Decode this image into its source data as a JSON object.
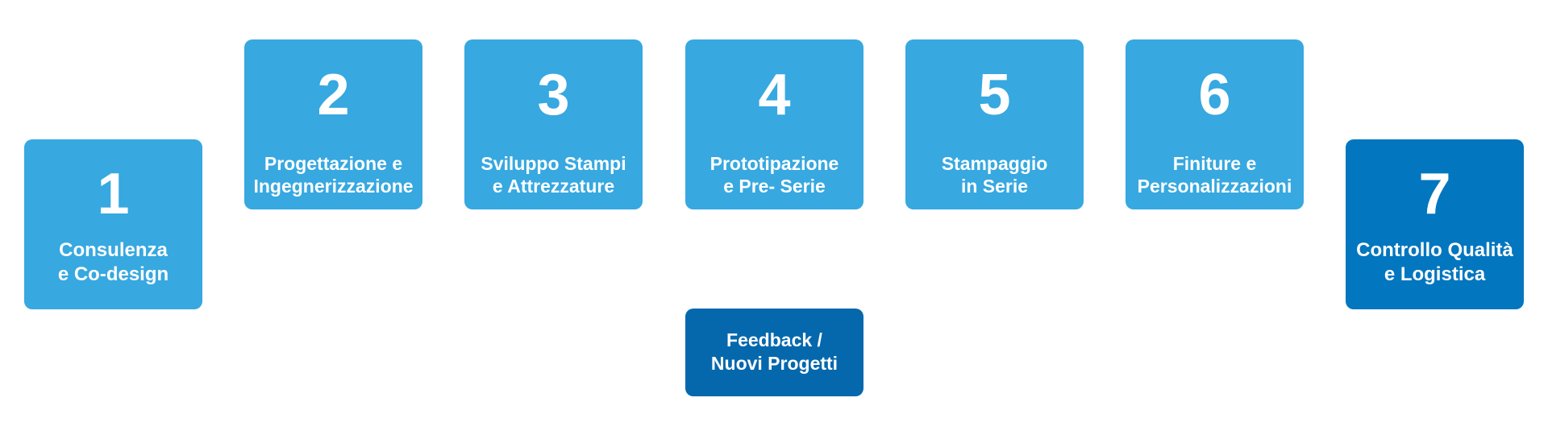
{
  "colors": {
    "light": "#37a8e0",
    "dark": "#0276bf",
    "feedback": "#0568ad"
  },
  "steps": [
    {
      "number": "1",
      "line1": "Consulenza",
      "line2": "e Co-design"
    },
    {
      "number": "2",
      "line1": "Progettazione e",
      "line2": "Ingegnerizzazione"
    },
    {
      "number": "3",
      "line1": "Sviluppo Stampi",
      "line2": "e Attrezzature"
    },
    {
      "number": "4",
      "line1": "Prototipazione",
      "line2": "e Pre- Serie"
    },
    {
      "number": "5",
      "line1": "Stampaggio",
      "line2": "in Serie"
    },
    {
      "number": "6",
      "line1": "Finiture e",
      "line2": "Personalizzazioni"
    },
    {
      "number": "7",
      "line1": "Controllo Qualità",
      "line2": "e Logistica"
    }
  ],
  "feedback": {
    "line1": "Feedback /",
    "line2": "Nuovi Progetti"
  }
}
